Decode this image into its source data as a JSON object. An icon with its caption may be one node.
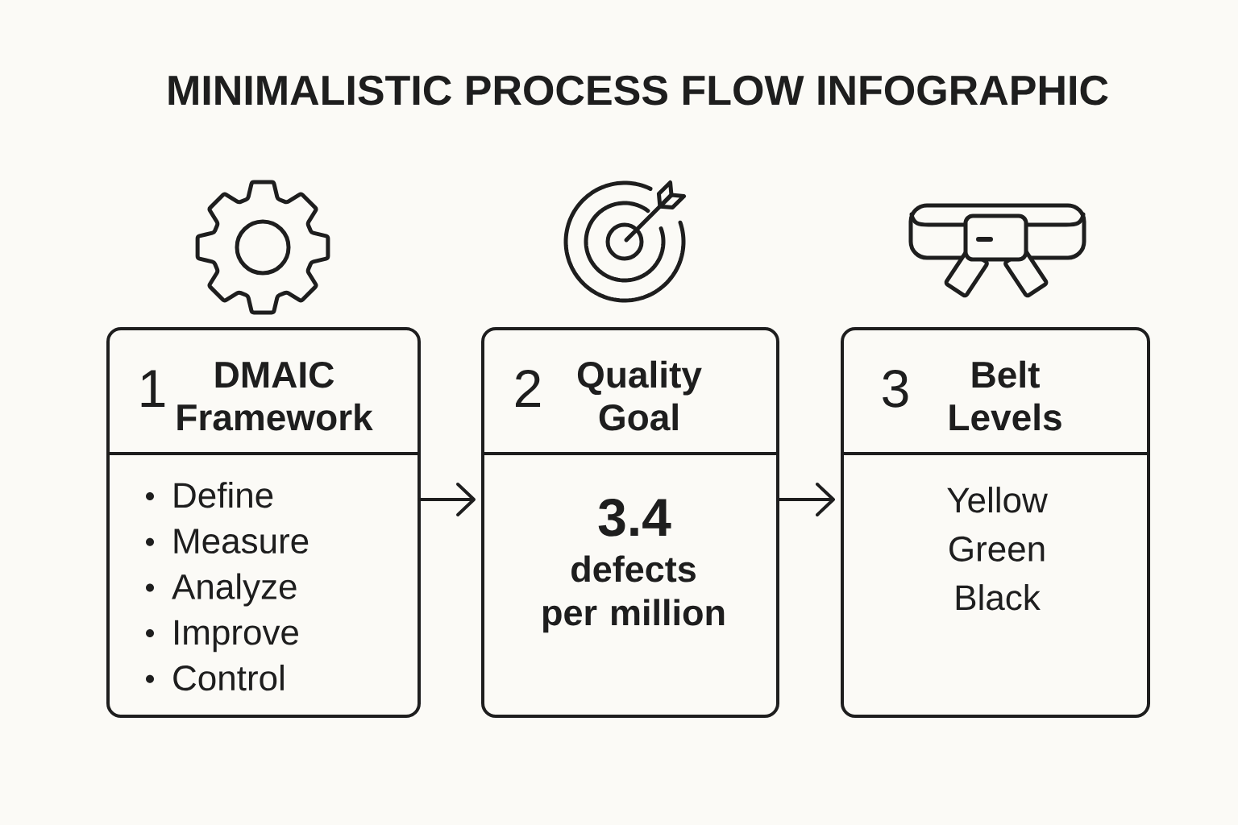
{
  "diagram": {
    "title": "MINIMALISTIC PROCESS FLOW INFOGRAPHIC",
    "nodes": [
      {
        "text": [
          "1",
          "DMAIC Framework",
          "Define",
          "Measure",
          "Analyze",
          "Improve",
          "Control"
        ]
      },
      {
        "text": [
          "2",
          "Quality Goal",
          "3.4",
          "defects per million"
        ]
      },
      {
        "text": [
          "3",
          "Belt Levels",
          "Yellow",
          "Green",
          "Black"
        ]
      }
    ],
    "edges": [
      {
        "from": 0,
        "to": 1,
        "arrow": "to"
      },
      {
        "from": 1,
        "to": 2,
        "arrow": "to"
      }
    ]
  }
}
